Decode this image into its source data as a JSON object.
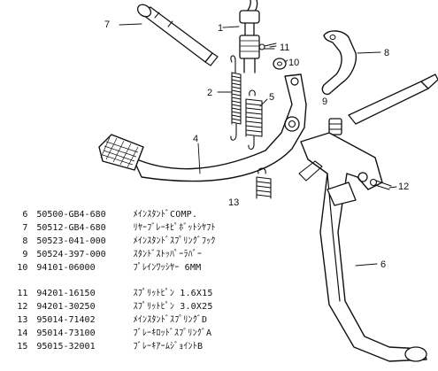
{
  "callouts": {
    "c1": "1",
    "c2": "2",
    "c4": "4",
    "c5": "5",
    "c6": "6",
    "c7": "7",
    "c8": "8",
    "c9": "9",
    "c10": "10",
    "c11": "11",
    "c12": "12",
    "c13": "13"
  },
  "parts": [
    {
      "no": "6",
      "part_number": "50500-GB4-680",
      "description": "ﾒｲﾝｽﾀﾝﾄﾞCOMP."
    },
    {
      "no": "7",
      "part_number": "50512-GB4-680",
      "description": "ﾘﾔｰﾌﾞﾚｰｷﾋﾟﾎﾞｯﾄｼﾔﾌﾄ"
    },
    {
      "no": "8",
      "part_number": "50523-041-000",
      "description": "ﾒｲﾝｽﾀﾝﾄﾞｽﾌﾟﾘﾝｸﾞﾌｯｸ"
    },
    {
      "no": "9",
      "part_number": "50524-397-000",
      "description": "ｽﾀﾝﾄﾞｽﾄｯﾊﾟｰﾗﾊﾞｰ"
    },
    {
      "no": "10",
      "part_number": "94101-06000",
      "description": "ﾌﾟﾚｲﾝﾜｯｼﾔｰ 6MM"
    },
    {
      "no": "11",
      "part_number": "94201-16150",
      "description": "ｽﾌﾟﾘｯﾄﾋﾟﾝ 1.6X15"
    },
    {
      "no": "12",
      "part_number": "94201-30250",
      "description": "ｽﾌﾟﾘｯﾄﾋﾟﾝ 3.0X25"
    },
    {
      "no": "13",
      "part_number": "95014-71402",
      "description": "ﾒｲﾝｽﾀﾝﾄﾞｽﾌﾟﾘﾝｸﾞD"
    },
    {
      "no": "14",
      "part_number": "95014-73100",
      "description": "ﾌﾞﾚｰｷﾛｯﾄﾞｽﾌﾟﾘﾝｸﾞA"
    },
    {
      "no": "15",
      "part_number": "95015-32001",
      "description": "ﾌﾞﾚｰｷｱｰﾑｼﾞｮｲﾝﾄB"
    }
  ]
}
